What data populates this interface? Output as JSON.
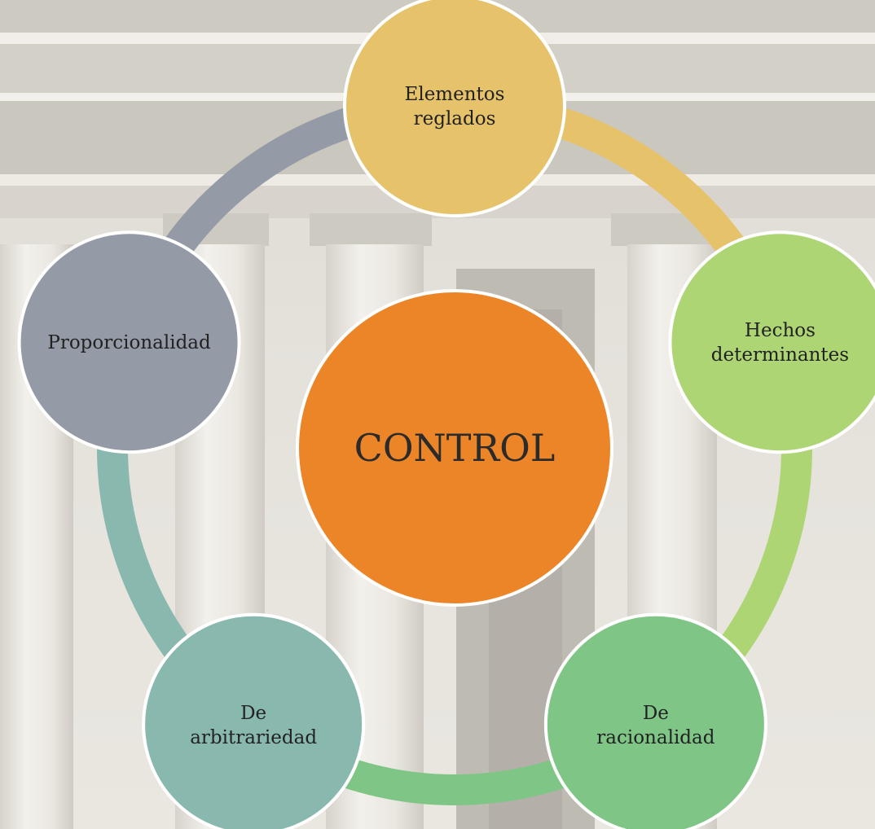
{
  "diagram": {
    "center": {
      "label": "CONTROL",
      "color": "#ec8428"
    },
    "nodes": [
      {
        "id": "elementos",
        "lines": [
          "Elementos",
          "reglados"
        ],
        "color": "#e6c26a"
      },
      {
        "id": "hechos",
        "lines": [
          "Hechos",
          "determinantes"
        ],
        "color": "#aed574"
      },
      {
        "id": "racionalidad",
        "lines": [
          "De",
          "racionalidad"
        ],
        "color": "#7fc686"
      },
      {
        "id": "arbitrariedad",
        "lines": [
          "De",
          "arbitrariedad"
        ],
        "color": "#88b8ae"
      },
      {
        "id": "proporcionalidad",
        "lines": [
          "Proporcionalidad"
        ],
        "color": "#949ba6"
      }
    ],
    "node_border_color": "#ffffff"
  }
}
